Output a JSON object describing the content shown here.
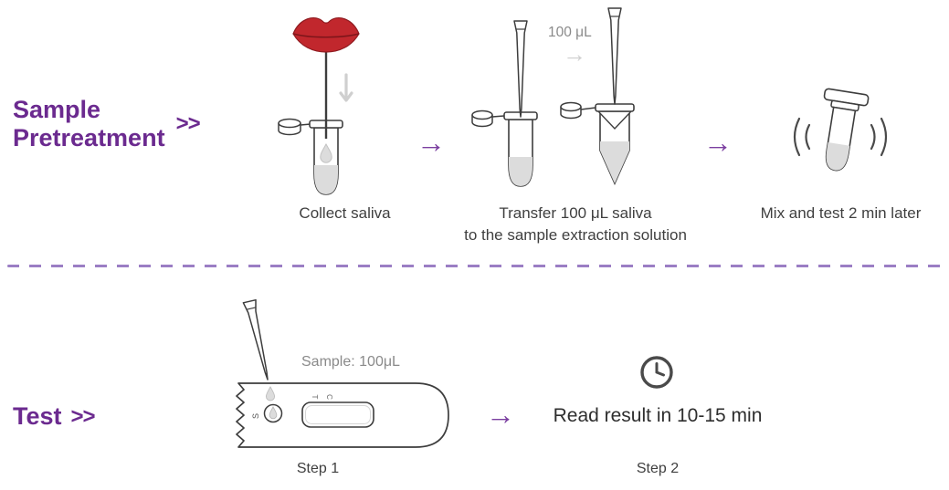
{
  "colors": {
    "heading_purple": "#6B2A8F",
    "arrow_purple": "#7B3FA0",
    "divider_purple": "#9B7EC4",
    "caption_text": "#3F3F3F",
    "muted_label": "#8A8A8A",
    "insert_arrow_gray": "#CFCFCF",
    "lips_red": "#C1272D",
    "liquid_gray": "#DCDCDC",
    "outline_dark": "#3D3D3D"
  },
  "pretreatment": {
    "heading_line1": "Sample",
    "heading_line2": "Pretreatment",
    "chevron": ">>",
    "flow_arrow": "→",
    "step1": {
      "caption": "Collect saliva"
    },
    "step2": {
      "volume_label": "100 μL",
      "transfer_arrow": "→",
      "caption_line1": "Transfer 100 μL saliva",
      "caption_line2": "to the sample extraction solution"
    },
    "step3": {
      "caption": "Mix and test 2 min later"
    }
  },
  "test": {
    "heading": "Test",
    "chevron": ">>",
    "flow_arrow": "→",
    "step1": {
      "sample_label": "Sample: 100μL",
      "caption": "Step 1",
      "cassette_markers": {
        "sample_well": "S",
        "test_line": "T",
        "control_line": "C"
      }
    },
    "step2": {
      "result_text": "Read result in 10-15 min",
      "caption": "Step 2"
    }
  }
}
